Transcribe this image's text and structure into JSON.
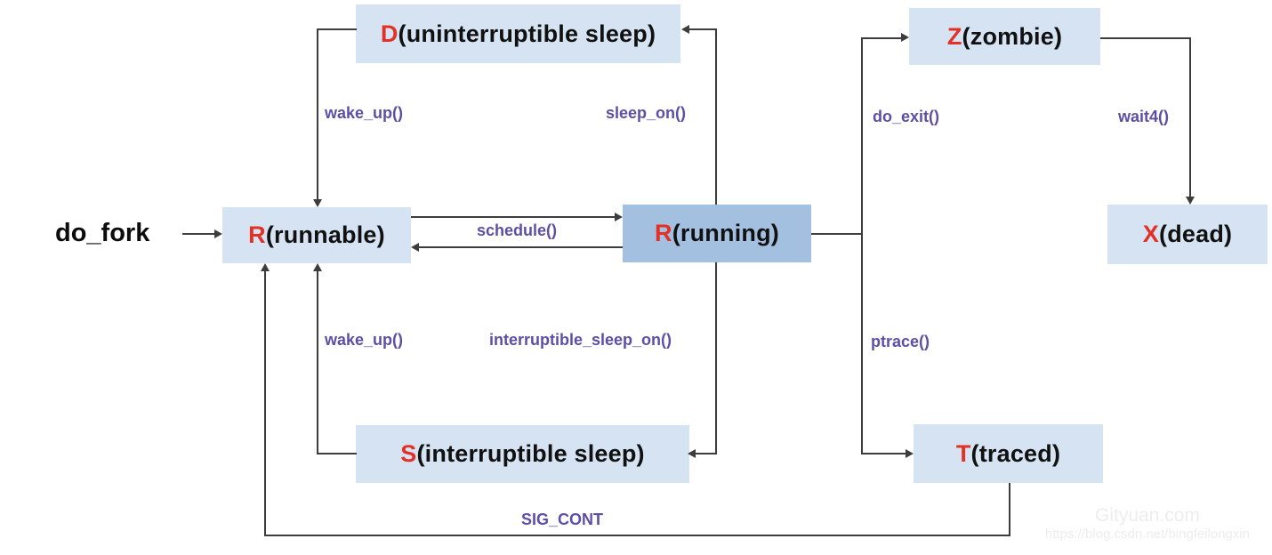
{
  "diagram": {
    "start_label": "do_fork",
    "nodes": {
      "d": {
        "letter": "D",
        "rest": "(uninterruptible sleep)"
      },
      "runnable": {
        "letter": "R",
        "rest": "(runnable)"
      },
      "running": {
        "letter": "R",
        "rest": "(running)"
      },
      "s": {
        "letter": "S",
        "rest": "(interruptible sleep)"
      },
      "z": {
        "letter": "Z",
        "rest": "(zombie)"
      },
      "x": {
        "letter": "X",
        "rest": "(dead)"
      },
      "t": {
        "letter": "T",
        "rest": "(traced)"
      }
    },
    "labels": {
      "wake_up_top": "wake_up()",
      "sleep_on": "sleep_on()",
      "schedule": "schedule()",
      "wake_up_bottom": "wake_up()",
      "interruptible_sleep_on": "interruptible_sleep_on()",
      "do_exit": "do_exit()",
      "wait4": "wait4()",
      "ptrace": "ptrace()",
      "sig_cont": "SIG_CONT"
    },
    "colors": {
      "node_fill": "#d5e3f2",
      "running_fill": "#a4c0e1",
      "letter_red": "#e33127",
      "label_purple": "#5b50a5",
      "line": "#3d3d3d"
    }
  },
  "watermark": {
    "line1": "Gityuan.com",
    "line2": "https://blog.csdn.net/bingfeilongxin"
  }
}
